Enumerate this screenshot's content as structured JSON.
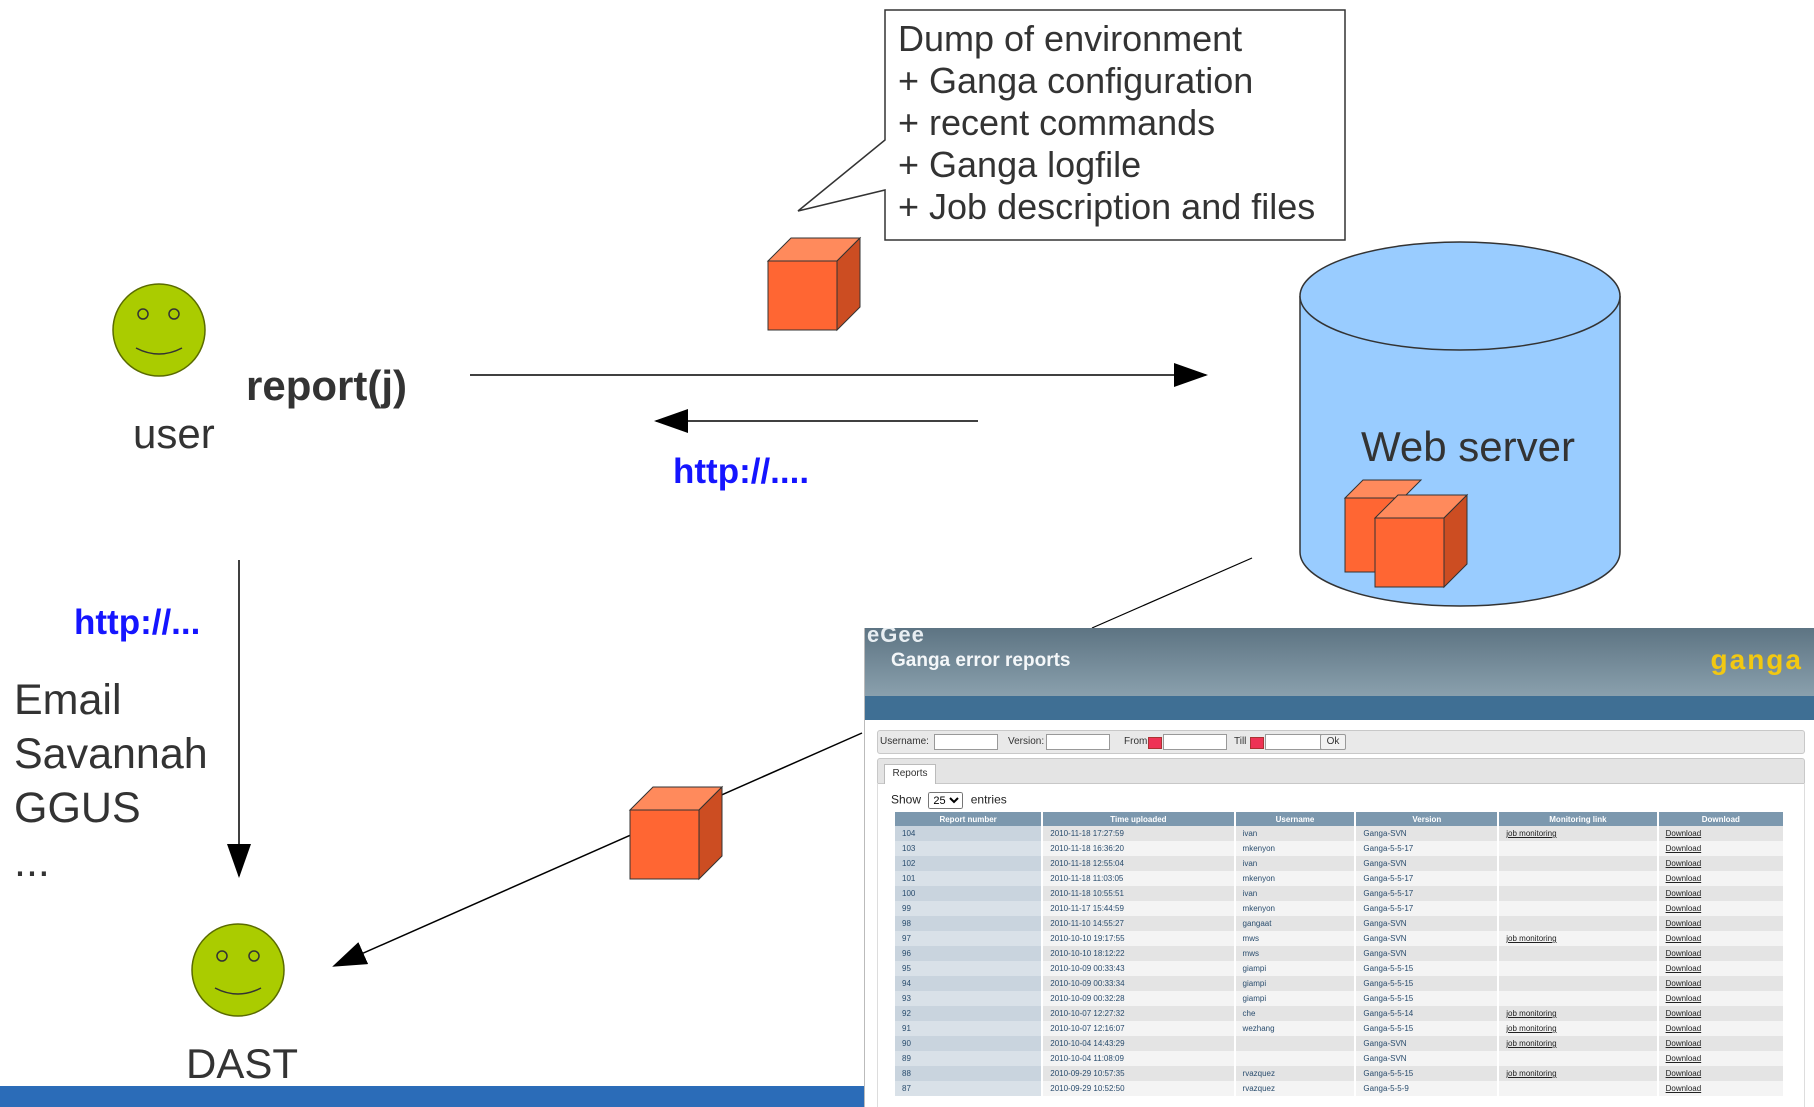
{
  "callout": {
    "lines": [
      "Dump of environment",
      "+ Ganga configuration",
      "+ recent commands",
      "+ Ganga logfile",
      "+ Job description and files"
    ]
  },
  "labels": {
    "report": "report(j)",
    "user": "user",
    "web_server": "Web server",
    "dast": "DAST",
    "http_top": "http://....",
    "http_left": "http://...",
    "channels": [
      "Email",
      "Savannah",
      "GGUS",
      "..."
    ]
  },
  "colors": {
    "smiley": "#aacc00",
    "cube_front": "#ff6633",
    "cylinder": "#99ccff",
    "link_blue": "#1515ff",
    "footer": "#2b6cb8"
  },
  "webpage": {
    "brand": "eGee",
    "title": "Ganga error reports",
    "logo": "ganga",
    "filters": {
      "username": "Username:",
      "version": "Version:",
      "from": "From",
      "till": "Till",
      "ok": "Ok"
    },
    "tab": "Reports",
    "show": {
      "prefix": "Show",
      "value": "25",
      "suffix": "entries"
    },
    "columns": [
      "Report number",
      "Time uploaded",
      "Username",
      "Version",
      "Monitoring link",
      "Download"
    ],
    "rows": [
      [
        "104",
        "2010-11-18 17:27:59",
        "ivan",
        "Ganga-SVN",
        "job monitoring",
        "Download"
      ],
      [
        "103",
        "2010-11-18 16:36:20",
        "mkenyon",
        "Ganga-5-5-17",
        "",
        "Download"
      ],
      [
        "102",
        "2010-11-18 12:55:04",
        "ivan",
        "Ganga-SVN",
        "",
        "Download"
      ],
      [
        "101",
        "2010-11-18 11:03:05",
        "mkenyon",
        "Ganga-5-5-17",
        "",
        "Download"
      ],
      [
        "100",
        "2010-11-18 10:55:51",
        "ivan",
        "Ganga-5-5-17",
        "",
        "Download"
      ],
      [
        "99",
        "2010-11-17 15:44:59",
        "mkenyon",
        "Ganga-5-5-17",
        "",
        "Download"
      ],
      [
        "98",
        "2010-11-10 14:55:27",
        "gangaat",
        "Ganga-SVN",
        "",
        "Download"
      ],
      [
        "97",
        "2010-10-10 19:17:55",
        "mws",
        "Ganga-SVN",
        "job monitoring",
        "Download"
      ],
      [
        "96",
        "2010-10-10 18:12:22",
        "mws",
        "Ganga-SVN",
        "",
        "Download"
      ],
      [
        "95",
        "2010-10-09 00:33:43",
        "giampi",
        "Ganga-5-5-15",
        "",
        "Download"
      ],
      [
        "94",
        "2010-10-09 00:33:34",
        "giampi",
        "Ganga-5-5-15",
        "",
        "Download"
      ],
      [
        "93",
        "2010-10-09 00:32:28",
        "giampi",
        "Ganga-5-5-15",
        "",
        "Download"
      ],
      [
        "92",
        "2010-10-07 12:27:32",
        "che",
        "Ganga-5-5-14",
        "job monitoring",
        "Download"
      ],
      [
        "91",
        "2010-10-07 12:16:07",
        "wezhang",
        "Ganga-5-5-15",
        "job monitoring",
        "Download"
      ],
      [
        "90",
        "2010-10-04 14:43:29",
        "",
        "Ganga-SVN",
        "job monitoring",
        "Download"
      ],
      [
        "89",
        "2010-10-04 11:08:09",
        "",
        "Ganga-SVN",
        "",
        "Download"
      ],
      [
        "88",
        "2010-09-29 10:57:35",
        "rvazquez",
        "Ganga-5-5-15",
        "job monitoring",
        "Download"
      ],
      [
        "87",
        "2010-09-29 10:52:50",
        "rvazquez",
        "Ganga-5-5-9",
        "",
        "Download"
      ]
    ]
  }
}
